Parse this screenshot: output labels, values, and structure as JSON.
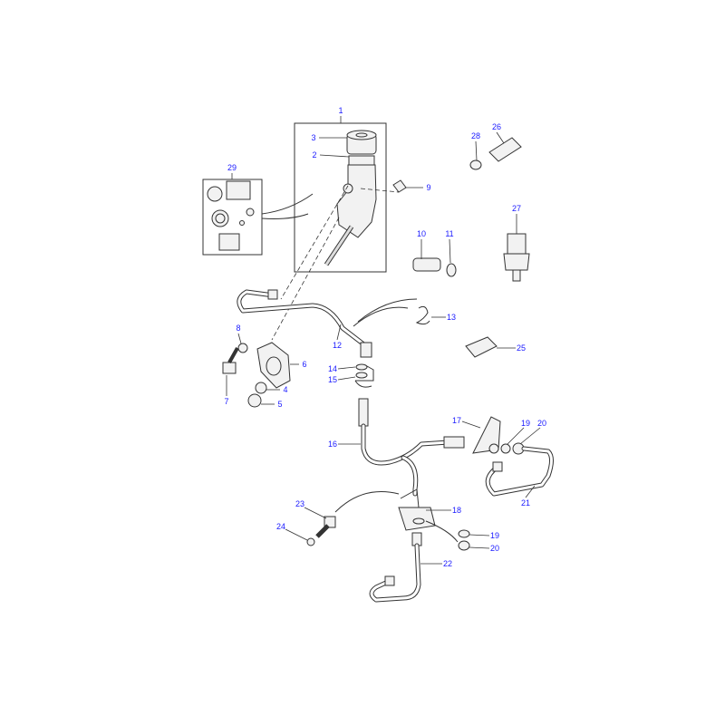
{
  "diagram": {
    "callouts": [
      "1",
      "2",
      "3",
      "4",
      "5",
      "6",
      "7",
      "8",
      "9",
      "10",
      "11",
      "12",
      "13",
      "14",
      "15",
      "16",
      "17",
      "19",
      "20",
      "21",
      "22",
      "23",
      "18",
      "24",
      "19",
      "20",
      "25",
      "26",
      "27",
      "28",
      "29"
    ]
  },
  "colors": {
    "label": "#1a1aff",
    "line": "#333333"
  }
}
